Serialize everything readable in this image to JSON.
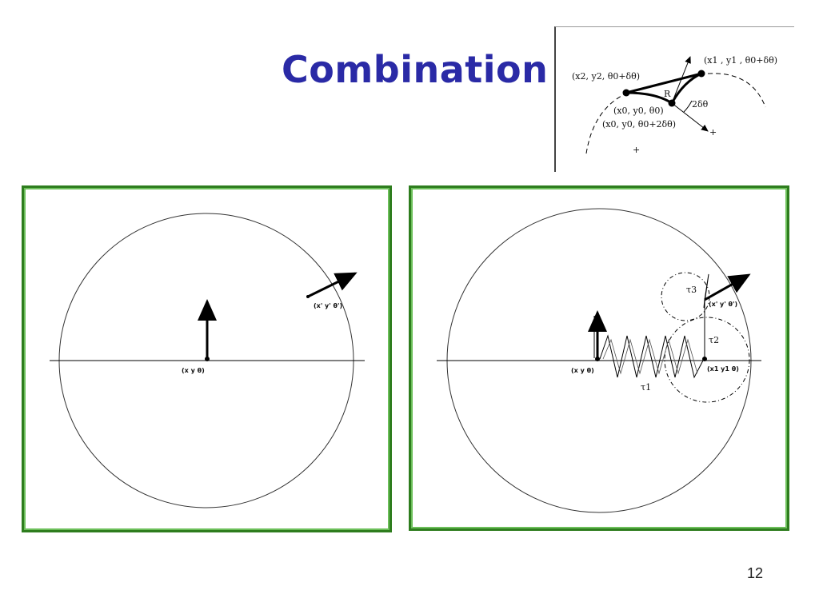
{
  "slide": {
    "title": "Combination",
    "page_number": "12"
  },
  "inset": {
    "label_p1": "(x1 , y1 , θ0+δθ)",
    "label_p2": "(x2, y2, θ0+δθ)",
    "label_p0": "(x0, y0, θ0)",
    "label_p0b": "(x0, y0, θ0+2δθ)",
    "label_r": "R",
    "label_angle": "2δθ",
    "label_plus1": "+",
    "label_plus2": "+"
  },
  "left_panel": {
    "start_label": "(x y θ)",
    "goal_label": "(x' y' θ')"
  },
  "right_panel": {
    "start_label": "(x y θ)",
    "goal_label": "(x' y' θ')",
    "mid_label": "(x1 y1 θ)",
    "tau1": "τ1",
    "tau2": "τ2",
    "tau3": "τ3"
  },
  "colors": {
    "title": "#2a2aa6",
    "panel_border": "#2e7d1e"
  }
}
